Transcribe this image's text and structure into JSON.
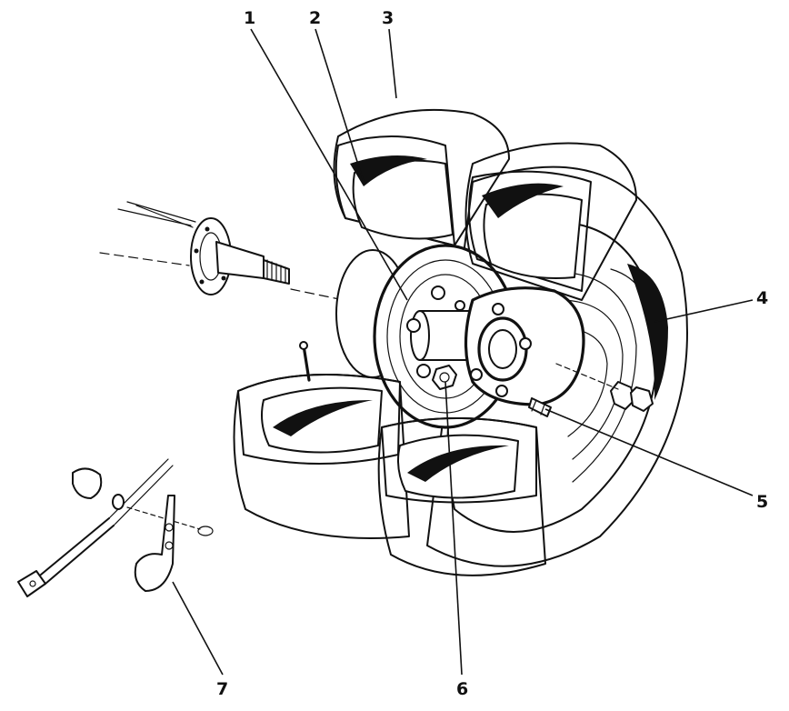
{
  "diagram": {
    "callouts": [
      {
        "id": "1",
        "label": "1"
      },
      {
        "id": "2",
        "label": "2"
      },
      {
        "id": "3",
        "label": "3"
      },
      {
        "id": "4",
        "label": "4"
      },
      {
        "id": "5",
        "label": "5"
      },
      {
        "id": "6",
        "label": "6"
      },
      {
        "id": "7",
        "label": "7"
      }
    ],
    "colors": {
      "ink": "#111111",
      "paper": "#ffffff"
    }
  }
}
